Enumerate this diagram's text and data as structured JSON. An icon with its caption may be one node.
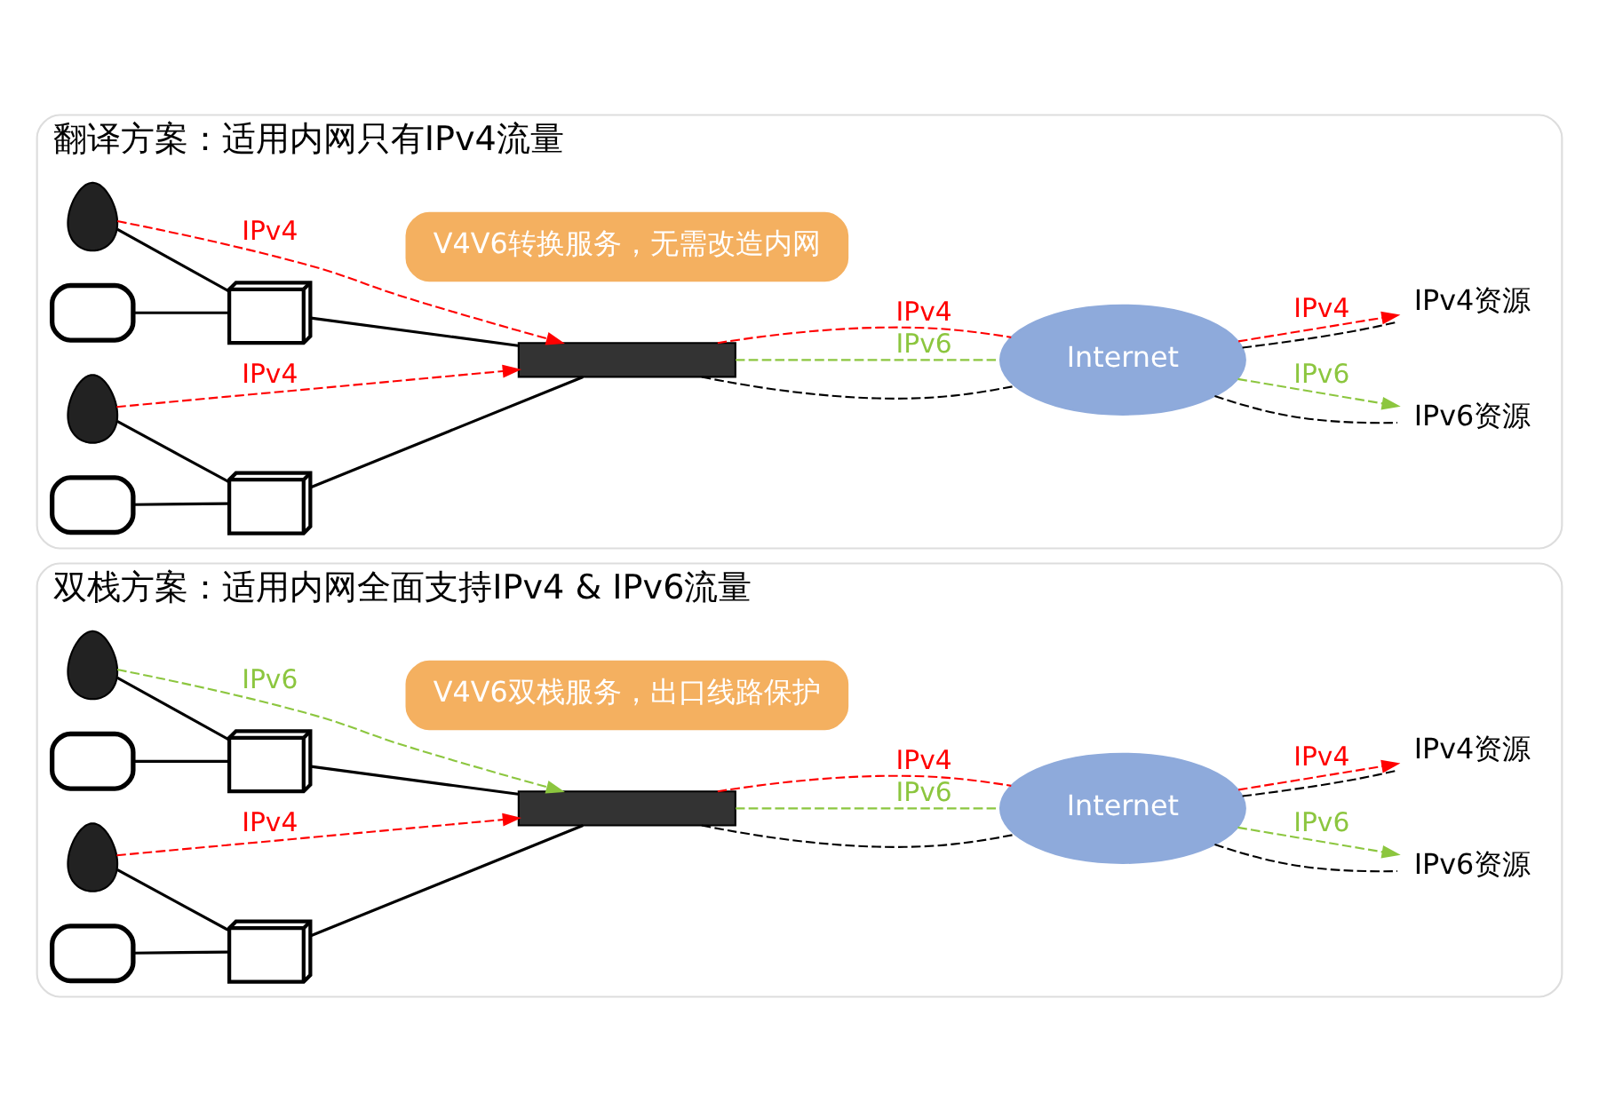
{
  "diagram": {
    "nodes": [
      {
        "text": [
          "双栈方案：适用内网全面支持IPv4 & IPv6流量"
        ]
      },
      {
        "text": [
          "V4V6双栈服务，出口线路保护"
        ],
        "in": 0
      },
      {
        "text": [],
        "shape": "person",
        "in": 0
      },
      {
        "text": [],
        "shape": "laptop",
        "in": 0
      },
      {
        "text": [],
        "shape": "laptop",
        "in": 0
      },
      {
        "text": [],
        "shape": "person",
        "in": 0
      },
      {
        "text": [],
        "shape": "switch",
        "in": 0
      },
      {
        "text": [],
        "shape": "switch",
        "in": 0
      },
      {
        "text": [],
        "shape": "box",
        "in": 0
      },
      {
        "text": [
          "Internet"
        ],
        "in": 0
      },
      {
        "text": [
          "IPv6资源"
        ],
        "in": 0
      },
      {
        "text": [
          "IPv4资源"
        ],
        "in": 0
      },
      {
        "text": [
          "翻译方案：适用内网只有IPv4流量"
        ]
      },
      {
        "text": [
          "V4V6转换服务，无需改造内网"
        ],
        "in": 12
      },
      {
        "text": [],
        "shape": "person",
        "in": 12
      },
      {
        "text": [],
        "shape": "laptop",
        "in": 12
      },
      {
        "text": [],
        "shape": "laptop",
        "in": 12
      },
      {
        "text": [],
        "shape": "person",
        "in": 12
      },
      {
        "text": [],
        "shape": "switch",
        "in": 12
      },
      {
        "text": [],
        "shape": "switch",
        "in": 12
      },
      {
        "text": [],
        "shape": "box",
        "in": 12
      },
      {
        "text": [
          "Internet"
        ],
        "in": 12
      },
      {
        "text": [
          "IPv6资源"
        ],
        "in": 12
      },
      {
        "text": [
          "IPv4资源"
        ],
        "in": 12
      }
    ],
    "edges": [
      {
        "from": 2,
        "to": 6,
        "arrow": "none"
      },
      {
        "from": 3,
        "to": 6,
        "arrow": "none"
      },
      {
        "from": 4,
        "to": 7,
        "arrow": "none"
      },
      {
        "from": 5,
        "to": 7,
        "arrow": "none"
      },
      {
        "from": 6,
        "to": 8,
        "arrow": "none"
      },
      {
        "from": 7,
        "to": 8,
        "arrow": "none"
      },
      {
        "from": 8,
        "to": 9,
        "arrow": "none",
        "style": "dashed"
      },
      {
        "from": 9,
        "to": 10,
        "arrow": "none",
        "style": "dashed"
      },
      {
        "from": 9,
        "to": 11,
        "arrow": "none",
        "style": "dashed"
      },
      {
        "from": 2,
        "to": 8,
        "arrow": "to",
        "label": "IPv6",
        "style": "dashed",
        "color": "#8cc63f"
      },
      {
        "from": 8,
        "to": 9,
        "arrow": "none",
        "label": "IPv6",
        "style": "dashed",
        "color": "#8cc63f"
      },
      {
        "from": 9,
        "to": 10,
        "arrow": "to",
        "label": "IPv6",
        "style": "dashed",
        "color": "#8cc63f"
      },
      {
        "from": 5,
        "to": 8,
        "arrow": "to",
        "label": "IPv4",
        "style": "dashed",
        "color": "#ff0000"
      },
      {
        "from": 8,
        "to": 9,
        "arrow": "none",
        "label": "IPv4",
        "style": "dashed",
        "color": "#ff0000"
      },
      {
        "from": 9,
        "to": 11,
        "arrow": "to",
        "label": "IPv4",
        "style": "dashed",
        "color": "#ff0000"
      },
      {
        "from": 14,
        "to": 18,
        "arrow": "none"
      },
      {
        "from": 15,
        "to": 18,
        "arrow": "none"
      },
      {
        "from": 16,
        "to": 19,
        "arrow": "none"
      },
      {
        "from": 17,
        "to": 19,
        "arrow": "none"
      },
      {
        "from": 18,
        "to": 20,
        "arrow": "none"
      },
      {
        "from": 19,
        "to": 20,
        "arrow": "none"
      },
      {
        "from": 20,
        "to": 21,
        "arrow": "none",
        "style": "dashed"
      },
      {
        "from": 21,
        "to": 22,
        "arrow": "none",
        "style": "dashed"
      },
      {
        "from": 21,
        "to": 23,
        "arrow": "none",
        "style": "dashed"
      },
      {
        "from": 14,
        "to": 20,
        "arrow": "to",
        "label": "IPv4",
        "style": "dashed",
        "color": "#ff0000"
      },
      {
        "from": 20,
        "to": 21,
        "arrow": "none",
        "label": "IPv6",
        "style": "dashed",
        "color": "#8cc63f"
      },
      {
        "from": 21,
        "to": 22,
        "arrow": "to",
        "label": "IPv6",
        "style": "dashed",
        "color": "#8cc63f"
      },
      {
        "from": 17,
        "to": 20,
        "arrow": "to",
        "label": "IPv4",
        "style": "dashed",
        "color": "#ff0000"
      },
      {
        "from": 20,
        "to": 21,
        "arrow": "none",
        "label": "IPv4",
        "style": "dashed",
        "color": "#ff0000"
      },
      {
        "from": 21,
        "to": 23,
        "arrow": "to",
        "label": "IPv4",
        "style": "dashed",
        "color": "#ff0000"
      }
    ]
  }
}
